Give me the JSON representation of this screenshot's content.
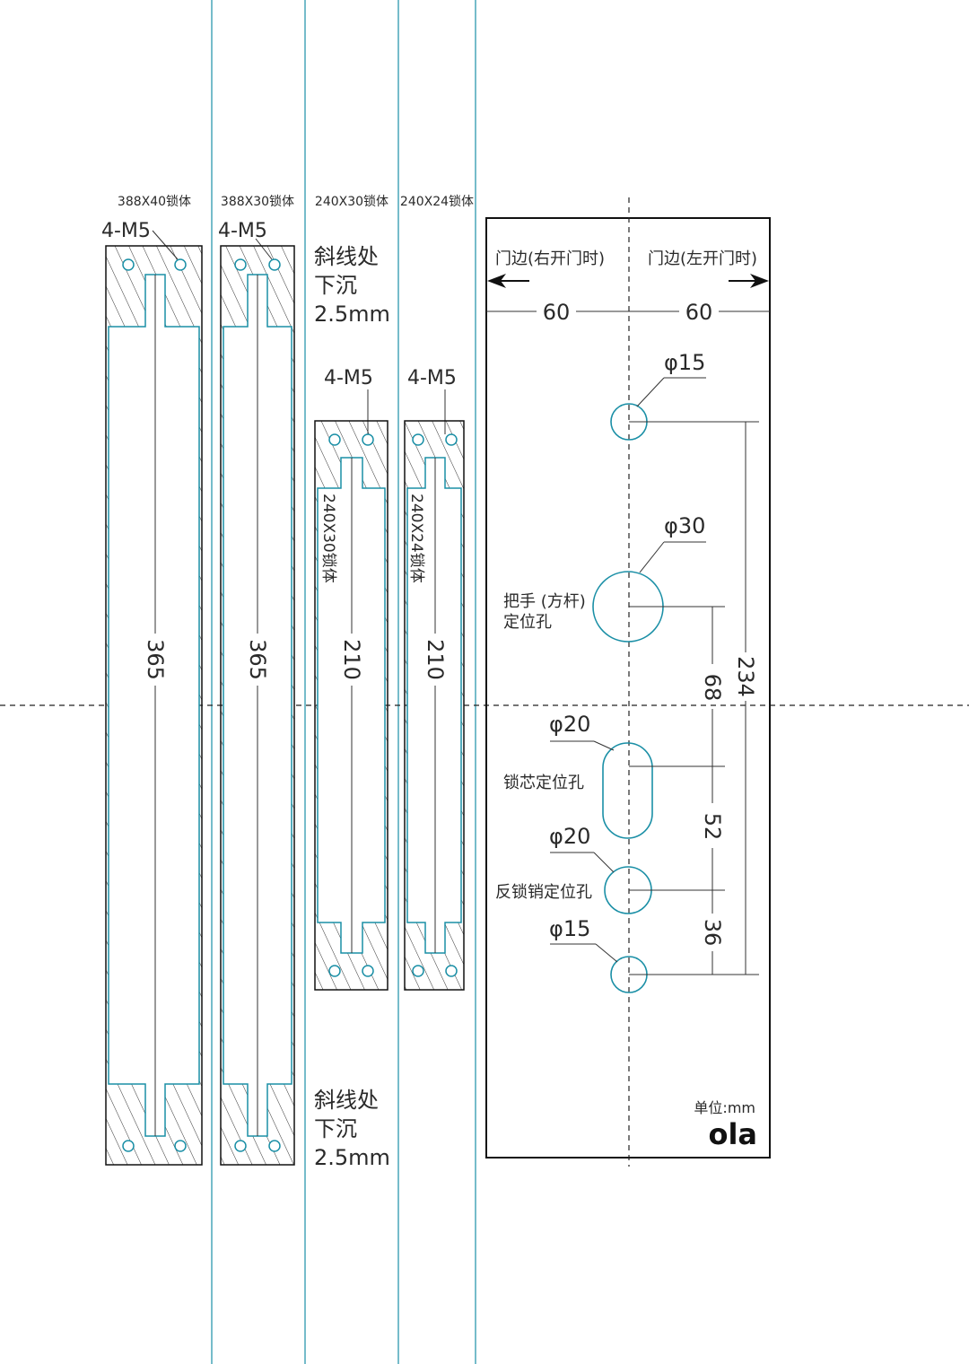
{
  "colors": {
    "accent": "#1a8fa6",
    "line": "#1a1a1a",
    "text": "#2a2a2a",
    "background": "#ffffff"
  },
  "strips": [
    {
      "id": "388x40",
      "caption": "388X40锁体",
      "holes_label": "4-M5",
      "length": "365"
    },
    {
      "id": "388x30",
      "caption": "388X30锁体",
      "holes_label": "4-M5",
      "length": "365"
    },
    {
      "id": "240x30",
      "caption": "240X30锁体",
      "holes_label": "4-M5",
      "length": "210",
      "inner_label": "240X30锁体"
    },
    {
      "id": "240x24",
      "caption": "240X24锁体",
      "holes_label": "4-M5",
      "length": "210",
      "inner_label": "240X24锁体"
    }
  ],
  "recess_note": {
    "line1": "斜线处",
    "line2": "下沉",
    "line3": "2.5mm"
  },
  "door_plate": {
    "edge_right_open": "门边(右开门时)",
    "edge_left_open": "门边(左开门时)",
    "offset_left": "60",
    "offset_right": "60",
    "holes": [
      {
        "diameter": "φ15"
      },
      {
        "diameter": "φ30",
        "label_line1": "把手 (方杆)",
        "label_line2": "定位孔"
      },
      {
        "diameter": "φ20",
        "label_line1": "锁芯定位孔"
      },
      {
        "diameter": "φ20",
        "label_line1": "反锁销定位孔"
      },
      {
        "diameter": "φ15"
      }
    ],
    "dims": {
      "total": "234",
      "d1": "68",
      "d2": "52",
      "d3": "36"
    },
    "unit": "单位:mm",
    "brand": "ola"
  }
}
